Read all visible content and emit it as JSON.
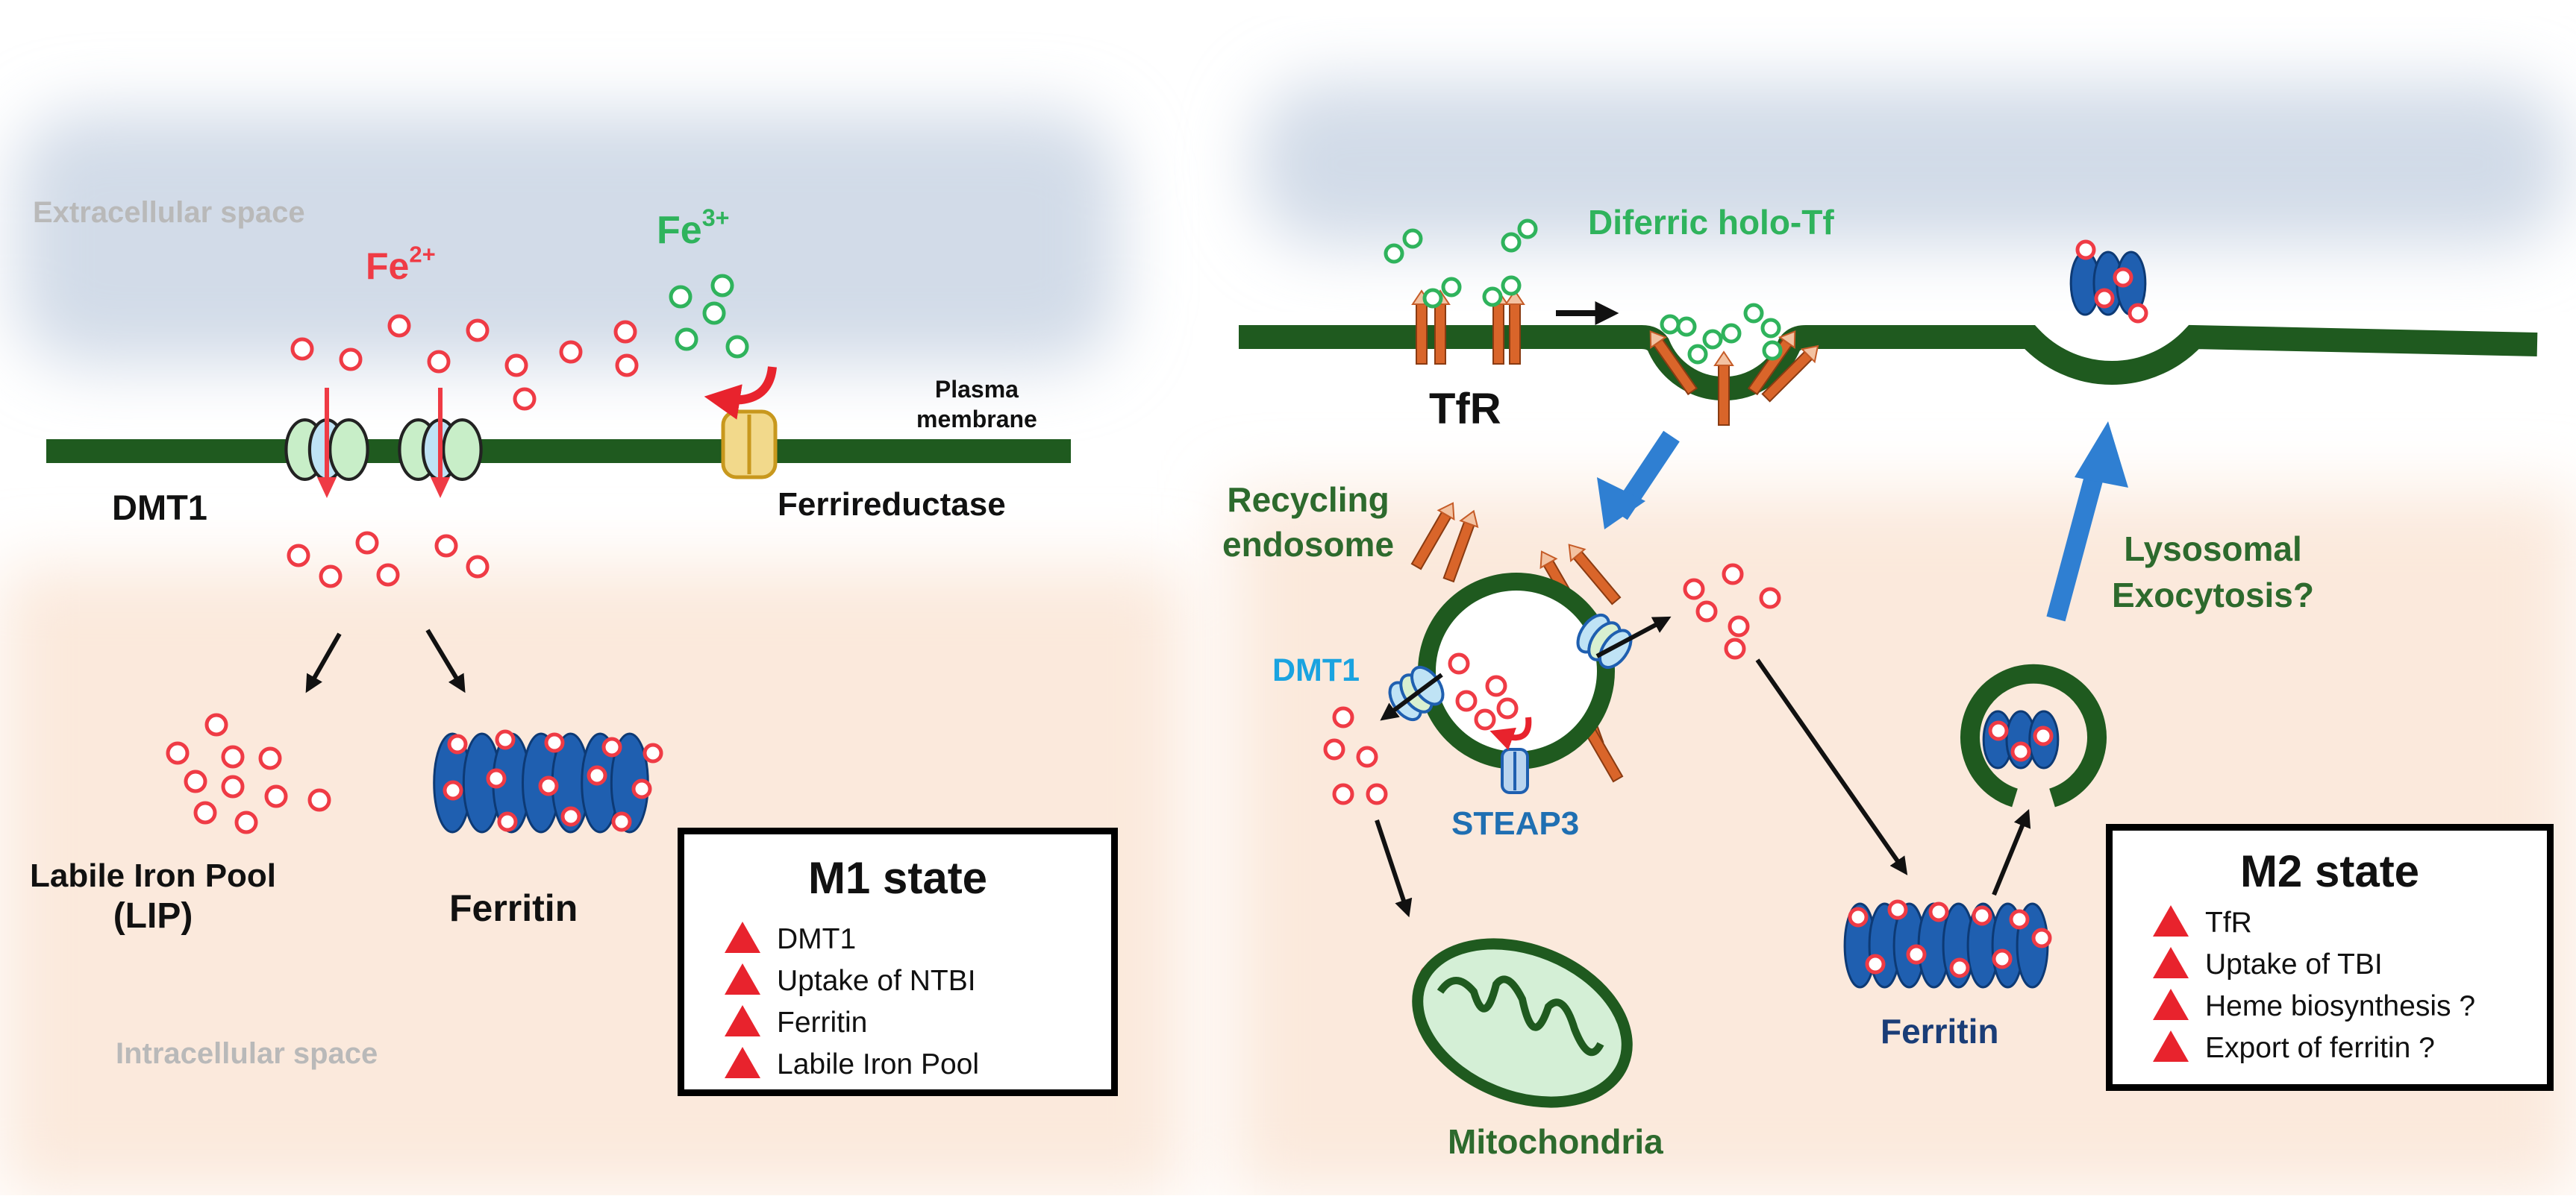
{
  "m1": {
    "extracellular_label": "Extracellular space",
    "intracellular_label": "Intracellular space",
    "fe2": {
      "symbol": "Fe",
      "charge": "2+"
    },
    "fe3": {
      "symbol": "Fe",
      "charge": "3+"
    },
    "plasma_membrane_line1": "Plasma",
    "plasma_membrane_line2": "membrane",
    "dmt1_label": "DMT1",
    "ferrireductase_label": "Ferrireductase",
    "lip_line1": "Labile Iron Pool",
    "lip_line2": "(LIP)",
    "ferritin_label": "Ferritin",
    "state_box": {
      "title": "M1 state",
      "items": [
        "DMT1",
        "Uptake of NTBI",
        "Ferritin",
        "Labile Iron Pool"
      ]
    }
  },
  "m2": {
    "diferric_label": "Diferric holo-Tf",
    "tfr_label": "TfR",
    "recycling_line1": "Recycling",
    "recycling_line2": "endosome",
    "dmt1_label": "DMT1",
    "steap3_label": "STEAP3",
    "mito_label": "Mitochondria",
    "ferritin_label": "Ferritin",
    "lysosomal_line1": "Lysosomal",
    "lysosomal_line2": "Exocytosis?",
    "state_box": {
      "title": "M2 state",
      "items": [
        "TfR",
        "Uptake of TBI",
        "Heme biosynthesis ?",
        "Export of ferritin ?"
      ]
    }
  },
  "colors": {
    "membrane": "#1f5a1f",
    "iron_red": "#ef3b45",
    "iron_green": "#2fb35c",
    "ferritin_blue": "#1f5fb0",
    "tfr_orange": "#d9652a",
    "arrow_blue": "#2f7fd2",
    "triangle_red": "#e8232d"
  },
  "icons": [
    "ferritin-icon",
    "dmt1-transporter-icon",
    "ferrireductase-icon",
    "transferrin-receptor-icon",
    "steap3-icon",
    "mitochondria-icon",
    "triangle-up-icon"
  ]
}
